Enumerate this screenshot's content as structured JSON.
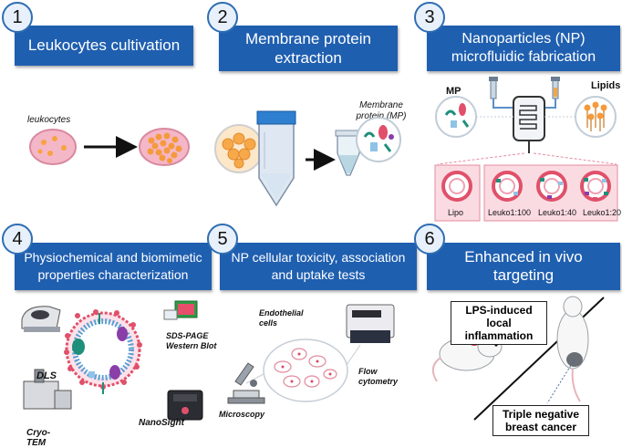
{
  "panels": [
    {
      "num": "1",
      "title": "Leukocytes  cultivation"
    },
    {
      "num": "2",
      "title": "Membrane protein extraction"
    },
    {
      "num": "3",
      "title": "Nanoparticles (NP) microfluidic fabrication"
    },
    {
      "num": "4",
      "title": "Physiochemical and biomimetic properties  characterization"
    },
    {
      "num": "5",
      "title": "NP cellular toxicity, association and uptake tests"
    },
    {
      "num": "6",
      "title": "Enhanced in vivo targeting"
    }
  ],
  "p1": {
    "leukocytes": "leukocytes"
  },
  "p2": {
    "membrane_protein": "Membrane protein (MP)"
  },
  "p3": {
    "mp": "MP",
    "lipids": "Lipids",
    "lipo": "Lipo",
    "leuko100": "Leuko1:100",
    "leuko40": "Leuko1:40",
    "leuko20": "Leuko1:20"
  },
  "p4": {
    "dls": "DLS",
    "sds": "SDS-PAGE Western Blot",
    "cryo": "Cryo-TEM",
    "nanosight": "NanoSight"
  },
  "p5": {
    "endothelial": "Endothelial cells",
    "flow": "Flow cytometry",
    "microscopy": "Microscopy"
  },
  "p6": {
    "lps": "LPS-induced local inflammation",
    "tnbc": "Triple negative breast cancer"
  },
  "colors": {
    "banner": "#1f5fb0",
    "circle_border": "#2f6db3",
    "pink": "#f5b6c8",
    "orange": "#f59a3c"
  }
}
